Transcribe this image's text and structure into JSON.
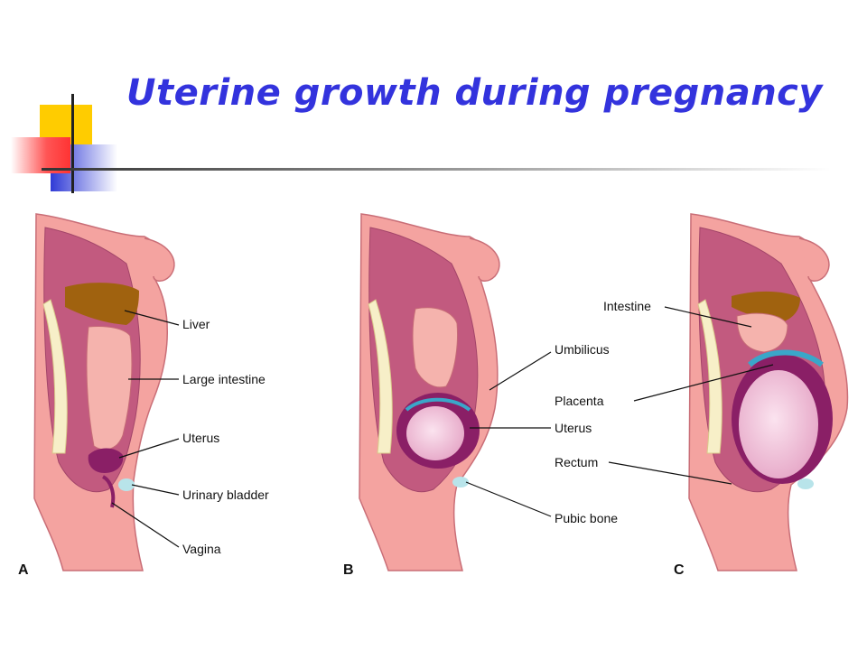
{
  "slide": {
    "title": "Uterine growth during pregnancy"
  },
  "colors": {
    "title": "#3333dd",
    "skin": "#f4a3a0",
    "skin_dark": "#e27f86",
    "body_cavity": "#c25a7f",
    "liver": "#a0620f",
    "intestine": "#f5b3ad",
    "uterus": "#8a1f66",
    "spine": "#f7efc8",
    "placenta": "#3aa6c9",
    "fetus": "#f6c6dc",
    "bladder": "#b8e4ea",
    "deco_yellow": "#ffcc00",
    "deco_red": "#ff5555",
    "deco_blue": "#2f3ad6"
  },
  "panels": [
    {
      "letter": "A",
      "labels": [
        "Liver",
        "Large intestine",
        "Uterus",
        "Urinary bladder",
        "Vagina"
      ]
    },
    {
      "letter": "B",
      "labels": [
        "Umbilicus",
        "Uterus",
        "Pubic bone"
      ]
    },
    {
      "letter": "C",
      "labels": [
        "Intestine",
        "Placenta",
        "Rectum"
      ]
    }
  ]
}
